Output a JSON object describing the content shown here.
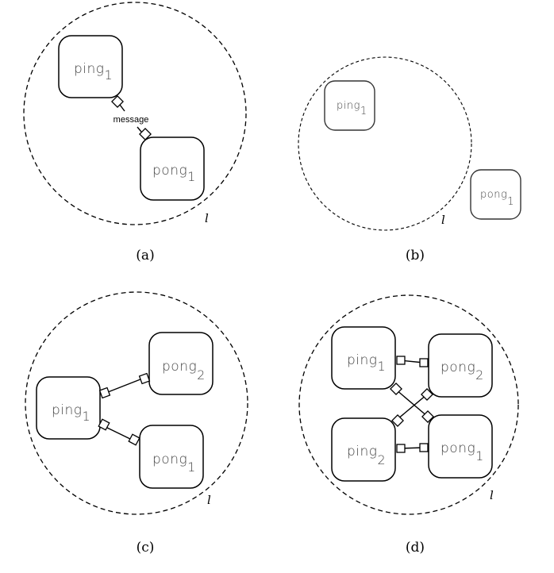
{
  "figure": {
    "panels": [
      {
        "id": "a",
        "caption": "(a)",
        "location_label": "l",
        "nodes": [
          {
            "name": "ping",
            "sub": "1"
          },
          {
            "name": "pong",
            "sub": "1"
          }
        ],
        "links": [
          {
            "from": "ping_1",
            "to": "pong_1",
            "label": "message"
          }
        ]
      },
      {
        "id": "b",
        "caption": "(b)",
        "location_label": "l",
        "nodes": [
          {
            "name": "ping",
            "sub": "1"
          },
          {
            "name": "pong",
            "sub": "1"
          }
        ],
        "links": []
      },
      {
        "id": "c",
        "caption": "(c)",
        "location_label": "l",
        "nodes": [
          {
            "name": "ping",
            "sub": "1"
          },
          {
            "name": "pong",
            "sub": "2"
          },
          {
            "name": "pong",
            "sub": "1"
          }
        ],
        "links": [
          {
            "from": "ping_1",
            "to": "pong_2"
          },
          {
            "from": "ping_1",
            "to": "pong_1"
          }
        ]
      },
      {
        "id": "d",
        "caption": "(d)",
        "location_label": "l",
        "nodes": [
          {
            "name": "ping",
            "sub": "1"
          },
          {
            "name": "pong",
            "sub": "2"
          },
          {
            "name": "ping",
            "sub": "2"
          },
          {
            "name": "pong",
            "sub": "1"
          }
        ],
        "links": [
          {
            "from": "ping_1",
            "to": "pong_2"
          },
          {
            "from": "ping_1",
            "to": "pong_1"
          },
          {
            "from": "ping_2",
            "to": "pong_2"
          },
          {
            "from": "ping_2",
            "to": "pong_1"
          }
        ]
      }
    ]
  }
}
